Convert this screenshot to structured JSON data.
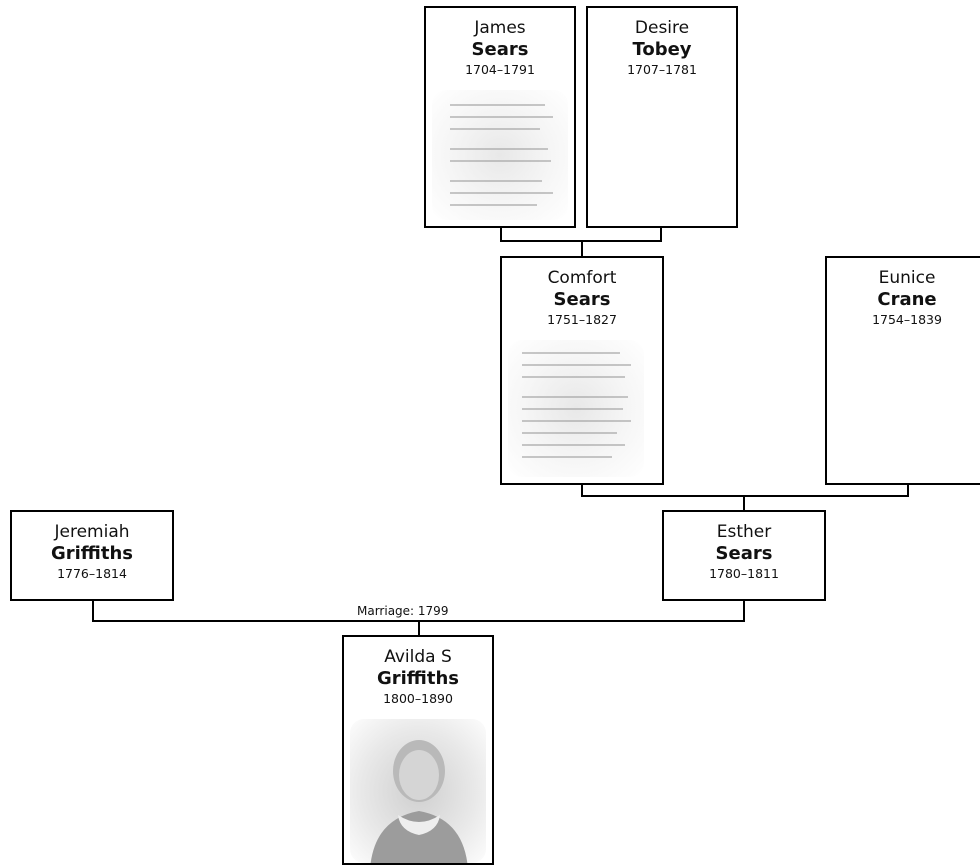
{
  "people": {
    "james": {
      "given": "James",
      "surname": "Sears",
      "years": "1704–1791"
    },
    "desire": {
      "given": "Desire",
      "surname": "Tobey",
      "years": "1707–1781"
    },
    "comfort": {
      "given": "Comfort",
      "surname": "Sears",
      "years": "1751–1827"
    },
    "eunice": {
      "given": "Eunice",
      "surname": "Crane",
      "years": "1754–1839"
    },
    "jeremiah": {
      "given": "Jeremiah",
      "surname": "Griffiths",
      "years": "1776–1814"
    },
    "esther": {
      "given": "Esther",
      "surname": "Sears",
      "years": "1780–1811"
    },
    "avilda": {
      "given": "Avilda S",
      "surname": "Griffiths",
      "years": "1800–1890"
    }
  },
  "marriage": {
    "label": "Marriage: 1799"
  },
  "colors": {
    "border": "#000000",
    "background": "#ffffff"
  }
}
